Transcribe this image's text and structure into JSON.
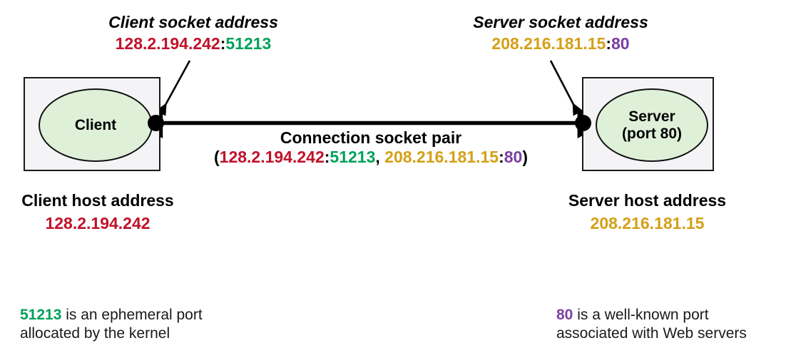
{
  "colors": {
    "client_ip": "#c0122a",
    "client_port": "#00a05a",
    "server_ip": "#d4a017",
    "server_port": "#7b3fa0",
    "text": "#000000",
    "box_fill": "#f4f4f6",
    "ellipse_fill": "#dff0d8",
    "stroke": "#000000"
  },
  "client": {
    "socket_label": "Client socket address",
    "ip": "128.2.194.242",
    "colon": ":",
    "port": "51213",
    "node_label": "Client",
    "host_caption": "Client host address",
    "host_address": "128.2.194.242"
  },
  "server": {
    "socket_label": "Server socket address",
    "ip": "208.216.181.15",
    "colon": ":",
    "port": "80",
    "node_label_line1": "Server",
    "node_label_line2": "(port 80)",
    "host_caption": "Server host address",
    "host_address": "208.216.181.15"
  },
  "connection": {
    "title": "Connection socket pair",
    "open_paren": "(",
    "client_ip": "128.2.194.242",
    "colon1": ":",
    "client_port": "51213",
    "separator": ", ",
    "server_ip": "208.216.181.15",
    "colon2": ":",
    "server_port": "80",
    "close_paren": ")"
  },
  "notes": {
    "ephemeral": {
      "highlight": "51213",
      "line1_rest": " is an ephemeral port",
      "line2": "allocated by the kernel"
    },
    "wellknown": {
      "highlight": "80",
      "line1_rest": " is a well-known port",
      "line2": "associated with Web servers"
    }
  },
  "icons": {
    "connection_arrow": "double-headed-arrow-icon",
    "client_pointer": "pointer-arrow-icon",
    "server_pointer": "pointer-arrow-icon"
  }
}
